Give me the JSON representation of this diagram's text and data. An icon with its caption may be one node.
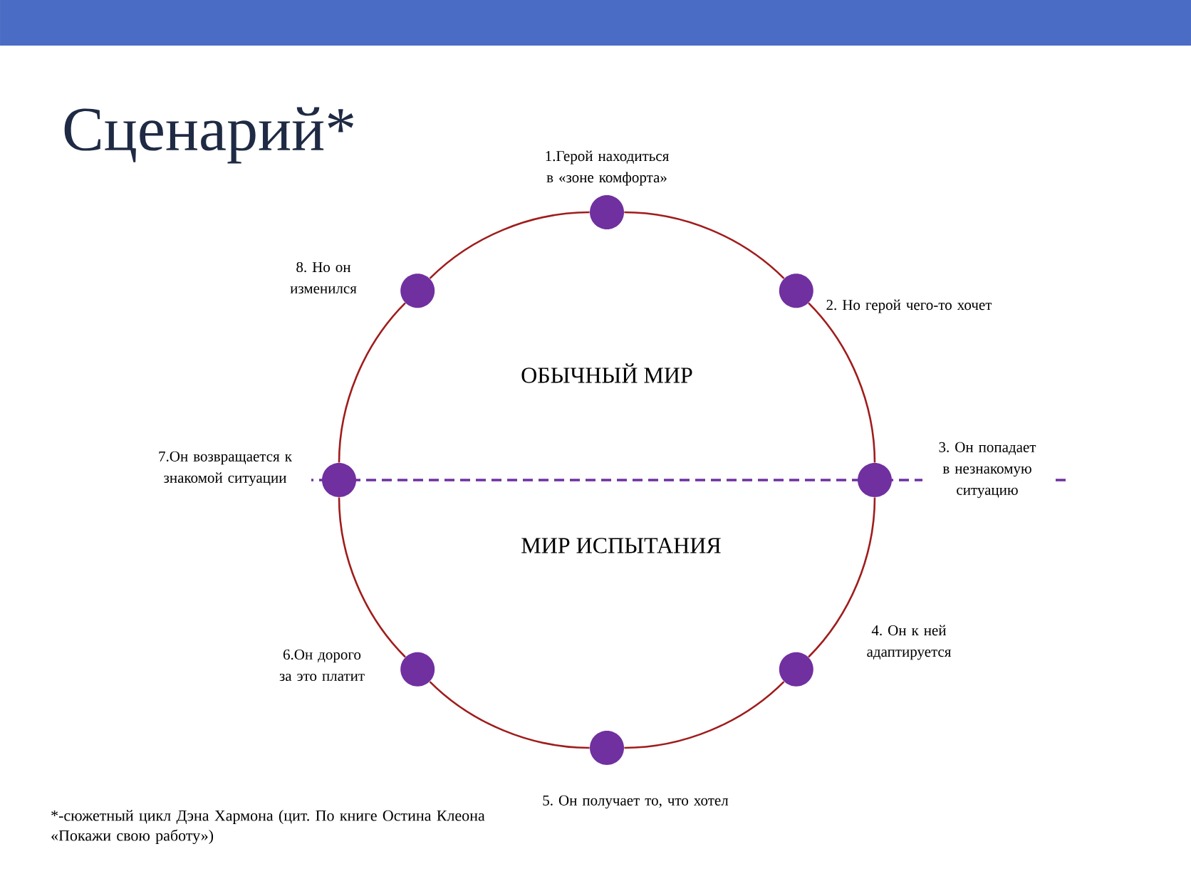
{
  "diagram": {
    "title": "Сценарий*",
    "caption": "*-сюжетный цикл Дэна Хармона (цит. По книге Остина Клеона «Покажи свою работу»)",
    "nodes": [
      {
        "text": [],
        "shape": "circle",
        "beside": [
          "1.Герой находиться в «зоне комфорта»"
        ]
      },
      {
        "text": [],
        "shape": "circle",
        "beside": [
          "2. Но герой чего-то хочет"
        ]
      },
      {
        "text": [],
        "shape": "circle",
        "beside": [
          "3. Он попадает в незнакомую ситуацию"
        ]
      },
      {
        "text": [],
        "shape": "circle",
        "beside": [
          "4. Он к ней адаптируется"
        ]
      },
      {
        "text": [],
        "shape": "circle",
        "beside": [
          "5. Он получает то, что хотел"
        ]
      },
      {
        "text": [],
        "shape": "circle",
        "beside": [
          "6.Он дорого за это платит"
        ]
      },
      {
        "text": [],
        "shape": "circle",
        "beside": [
          "7.Он возвращается к знакомой ситуации"
        ]
      },
      {
        "text": [],
        "shape": "circle",
        "beside": [
          "8. Но он изменился"
        ]
      }
    ],
    "edges": [
      {
        "from": 0,
        "to": 1,
        "arrow": "none"
      },
      {
        "from": 1,
        "to": 2,
        "arrow": "none"
      },
      {
        "from": 2,
        "to": 3,
        "arrow": "none"
      },
      {
        "from": 3,
        "to": 4,
        "arrow": "none"
      },
      {
        "from": 4,
        "to": 5,
        "arrow": "none"
      },
      {
        "from": 5,
        "to": 6,
        "arrow": "none"
      },
      {
        "from": 6,
        "to": 7,
        "arrow": "none"
      },
      {
        "from": 7,
        "to": 0,
        "arrow": "none"
      }
    ],
    "labels": [
      "ОБЫЧНЫЙ МИР",
      "МИР ИСПЫТАНИЯ"
    ]
  }
}
